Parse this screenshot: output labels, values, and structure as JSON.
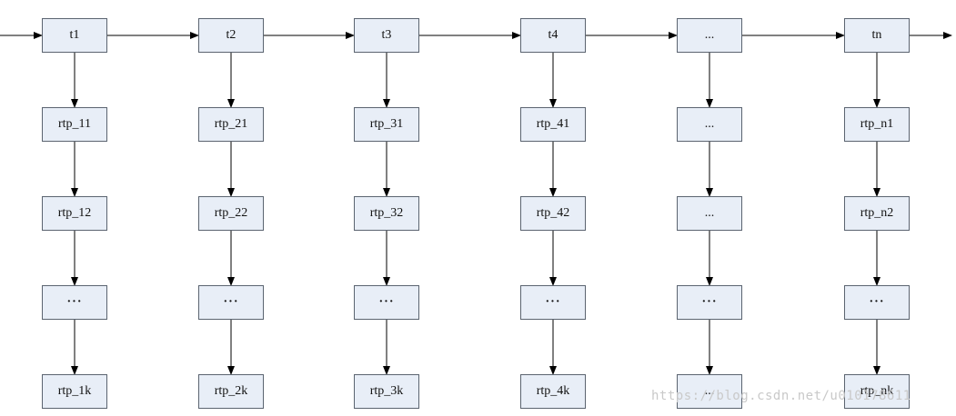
{
  "columns": [
    {
      "header": "t1",
      "items": [
        "rtp_11",
        "rtp_12",
        "···",
        "rtp_1k"
      ]
    },
    {
      "header": "t2",
      "items": [
        "rtp_21",
        "rtp_22",
        "···",
        "rtp_2k"
      ]
    },
    {
      "header": "t3",
      "items": [
        "rtp_31",
        "rtp_32",
        "···",
        "rtp_3k"
      ]
    },
    {
      "header": "t4",
      "items": [
        "rtp_41",
        "rtp_42",
        "···",
        "rtp_4k"
      ]
    },
    {
      "header": "...",
      "items": [
        "...",
        "...",
        "···",
        "..."
      ]
    },
    {
      "header": "tn",
      "items": [
        "rtp_n1",
        "rtp_n2",
        "···",
        "rtp_nk"
      ]
    }
  ],
  "watermark": "https://blog.csdn.net/u010178611",
  "colors": {
    "node_fill": "#e8eef7",
    "node_border": "#5b6470",
    "arrow": "#000000"
  }
}
